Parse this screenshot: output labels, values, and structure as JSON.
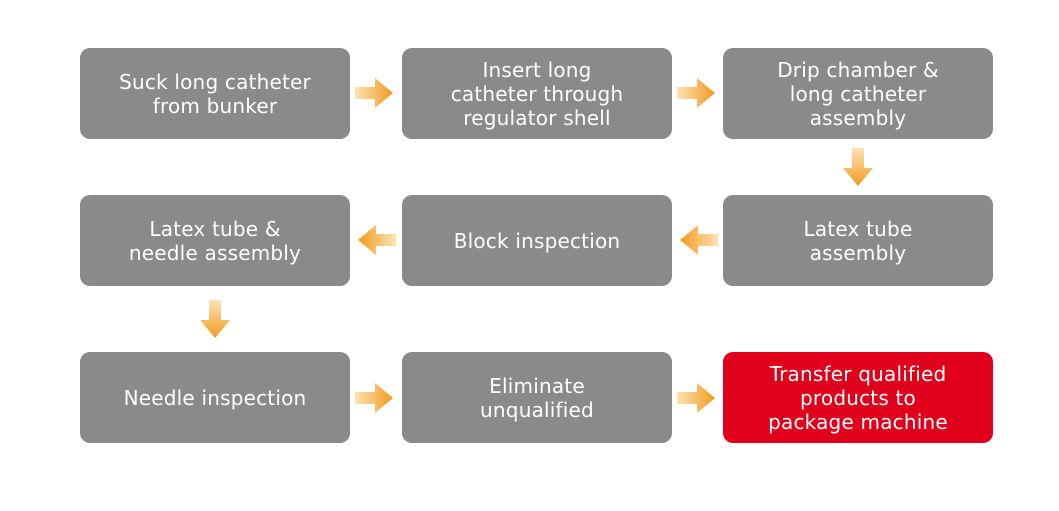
{
  "colors": {
    "box": "#8a8a8a",
    "box_highlight": "#e0001b",
    "text": "#ffffff",
    "arrow_light": "#fde3b5",
    "arrow_dark": "#f29a1e"
  },
  "steps": [
    {
      "label": "Suck long catheter\nfrom bunker"
    },
    {
      "label": "Insert long\ncatheter through\nregulator shell"
    },
    {
      "label": "Drip chamber &\nlong catheter\nassembly"
    },
    {
      "label": "Latex tube\nassembly"
    },
    {
      "label": "Block inspection"
    },
    {
      "label": "Latex tube &\nneedle assembly"
    },
    {
      "label": "Needle inspection"
    },
    {
      "label": "Eliminate\nunqualified"
    },
    {
      "label": "Transfer qualified\nproducts to\npackage machine"
    }
  ],
  "arrows": [
    {
      "direction": "right",
      "from": "step-1",
      "to": "step-2"
    },
    {
      "direction": "right",
      "from": "step-2",
      "to": "step-3"
    },
    {
      "direction": "down",
      "from": "step-3",
      "to": "step-4"
    },
    {
      "direction": "left",
      "from": "step-4",
      "to": "step-5"
    },
    {
      "direction": "left",
      "from": "step-5",
      "to": "step-6"
    },
    {
      "direction": "down",
      "from": "step-6",
      "to": "step-7"
    },
    {
      "direction": "right",
      "from": "step-7",
      "to": "step-8"
    },
    {
      "direction": "right",
      "from": "step-8",
      "to": "step-9"
    }
  ]
}
